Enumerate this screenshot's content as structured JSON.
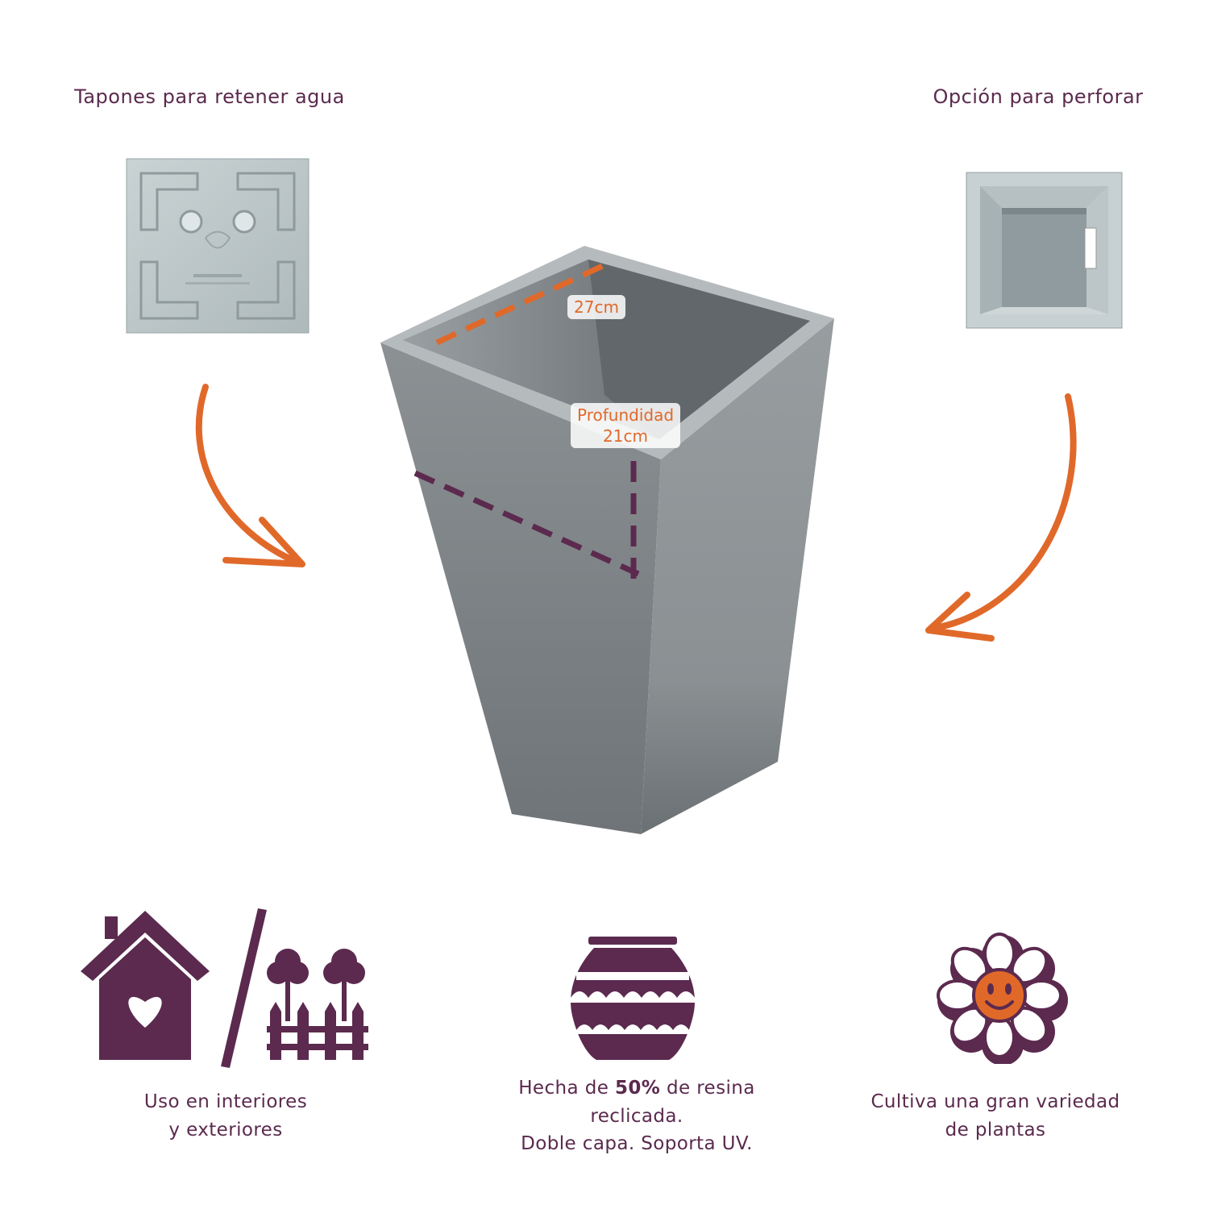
{
  "top_left_caption": "Tapones para retener agua",
  "top_right_caption": "Opción para perforar",
  "dimension_width": "27cm",
  "dimension_depth_line1": "Profundidad",
  "dimension_depth_line2": "21cm",
  "features": [
    {
      "icon": "house-garden-icon",
      "line1": "Uso en interiores",
      "line2": "y exteriores"
    },
    {
      "icon": "pot-icon",
      "line1_pre": "Hecha de ",
      "line1_bold": "50%",
      "line1_post": " de resina",
      "line2": "reclicada.",
      "line3": "Doble capa. Soporta UV."
    },
    {
      "icon": "smiley-flower-icon",
      "line1": "Cultiva una gran variedad",
      "line2": "de plantas"
    }
  ],
  "colors": {
    "accent_orange": "#e0692a",
    "brand_purple": "#5b2a4e",
    "pot_gray": "#8e9396"
  }
}
